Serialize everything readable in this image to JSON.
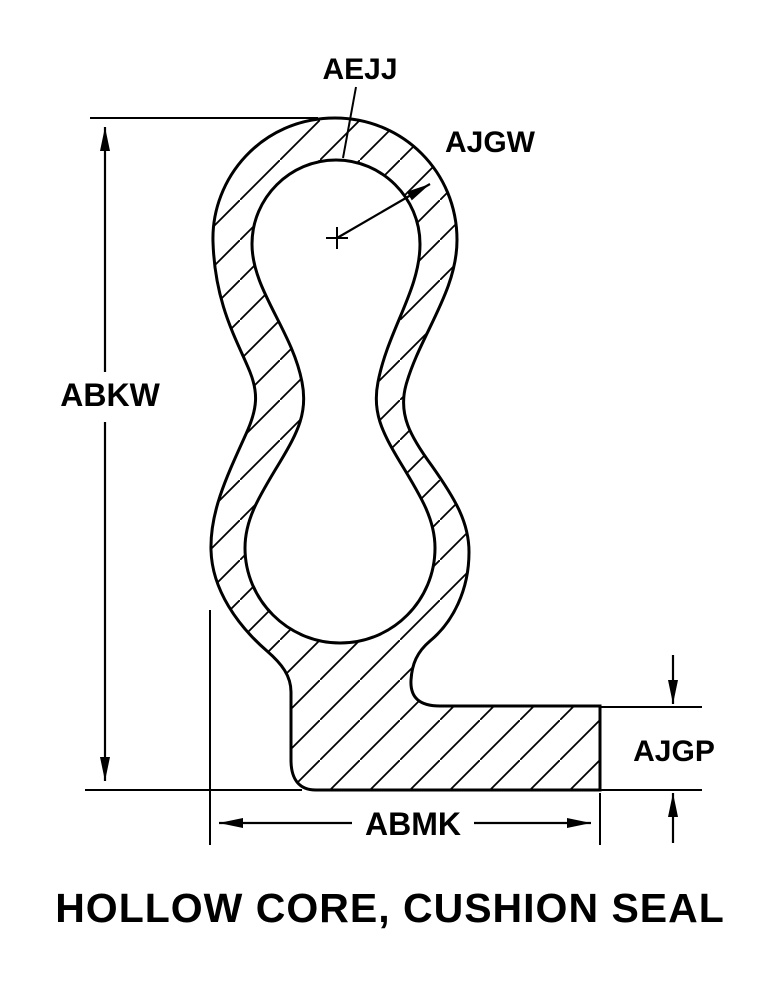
{
  "diagram": {
    "title": "HOLLOW CORE, CUSHION SEAL",
    "line_color": "#000000",
    "background_color": "#ffffff",
    "dims": {
      "inner_wall_label": "AEJJ",
      "wall_thickness_label": "AJGW",
      "overall_height_label": "ABKW",
      "base_thickness_label": "AJGP",
      "base_width_label": "ABMK"
    }
  }
}
